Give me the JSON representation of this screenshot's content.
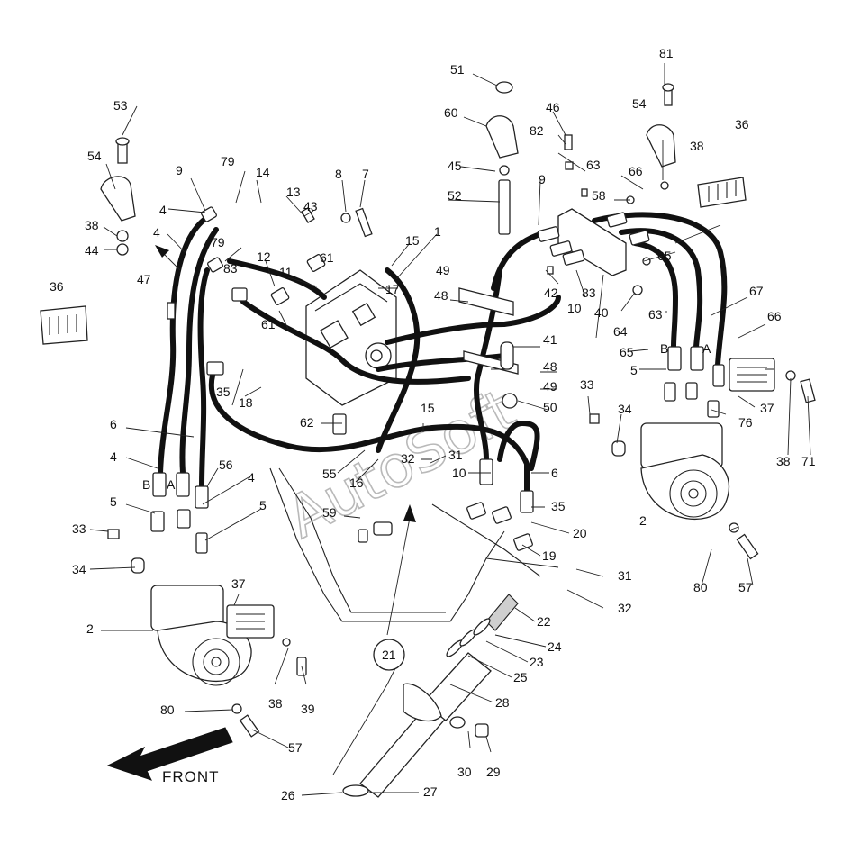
{
  "watermark": "AutoSoft",
  "direction_label": "FRONT",
  "callout_group": "21",
  "port_labels": {
    "left_b": "B",
    "left_a": "A",
    "right_b": "B",
    "right_a": "A"
  },
  "callouts": [
    "1",
    "2",
    "2",
    "4",
    "4",
    "4",
    "4",
    "5",
    "5",
    "5",
    "6",
    "6",
    "7",
    "8",
    "9",
    "9",
    "10",
    "10",
    "11",
    "12",
    "13",
    "14",
    "15",
    "15",
    "16",
    "17",
    "18",
    "19",
    "20",
    "22",
    "23",
    "24",
    "25",
    "26",
    "27",
    "28",
    "29",
    "30",
    "31",
    "31",
    "32",
    "32",
    "33",
    "33",
    "34",
    "34",
    "35",
    "35",
    "36",
    "36",
    "37",
    "37",
    "38",
    "38",
    "38",
    "38",
    "39",
    "40",
    "41",
    "42",
    "43",
    "44",
    "45",
    "46",
    "47",
    "48",
    "48",
    "49",
    "49",
    "50",
    "51",
    "52",
    "53",
    "54",
    "54",
    "55",
    "56",
    "57",
    "57",
    "58",
    "59",
    "60",
    "61",
    "61",
    "62",
    "63",
    "63",
    "64",
    "65",
    "65",
    "66",
    "66",
    "67",
    "71",
    "76",
    "79",
    "79",
    "80",
    "80",
    "81",
    "82",
    "83",
    "83"
  ]
}
